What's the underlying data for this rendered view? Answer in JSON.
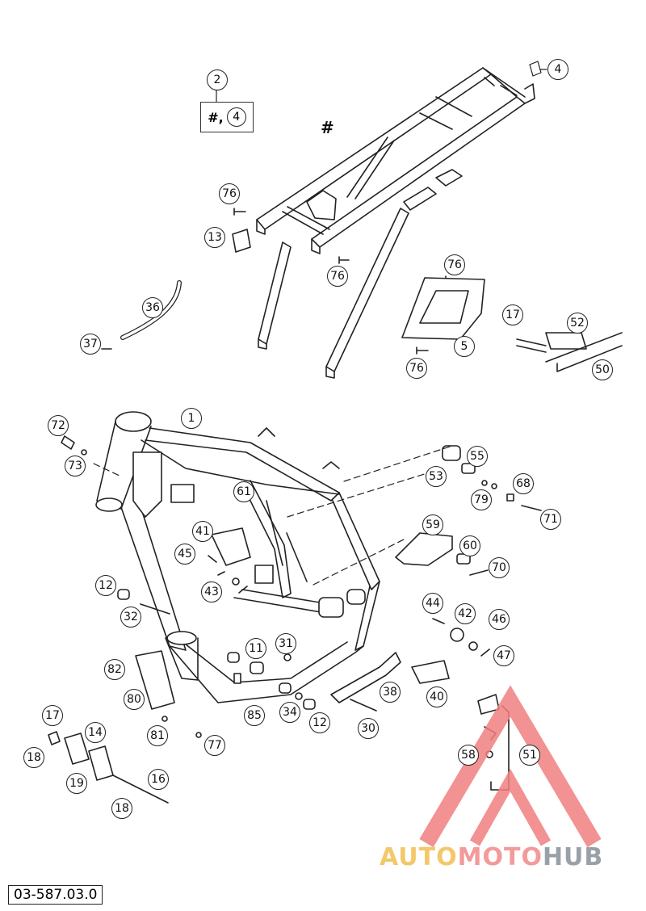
{
  "document_code": "03-587.03.0",
  "watermark": {
    "part1": "AUTO",
    "part2": "MOTO",
    "part3": "HUB"
  },
  "set_box": {
    "hash": "#,",
    "ref": "4"
  },
  "subframe_hash": "#",
  "colors": {
    "line": "#222222",
    "watermark_red": "#f08080",
    "watermark_yellow": "#f3c86a",
    "watermark_gray": "#9aa0a8"
  },
  "callouts": [
    "2",
    "4",
    "76",
    "13",
    "76",
    "76",
    "5",
    "76",
    "17",
    "52",
    "50",
    "36",
    "37",
    "1",
    "72",
    "73",
    "61",
    "53",
    "55",
    "79",
    "68",
    "71",
    "41",
    "45",
    "43",
    "59",
    "60",
    "70",
    "12",
    "32",
    "44",
    "42",
    "46",
    "47",
    "11",
    "31",
    "82",
    "80",
    "85",
    "34",
    "12",
    "38",
    "40",
    "30",
    "17",
    "14",
    "18",
    "81",
    "77",
    "16",
    "19",
    "18",
    "58",
    "51"
  ]
}
